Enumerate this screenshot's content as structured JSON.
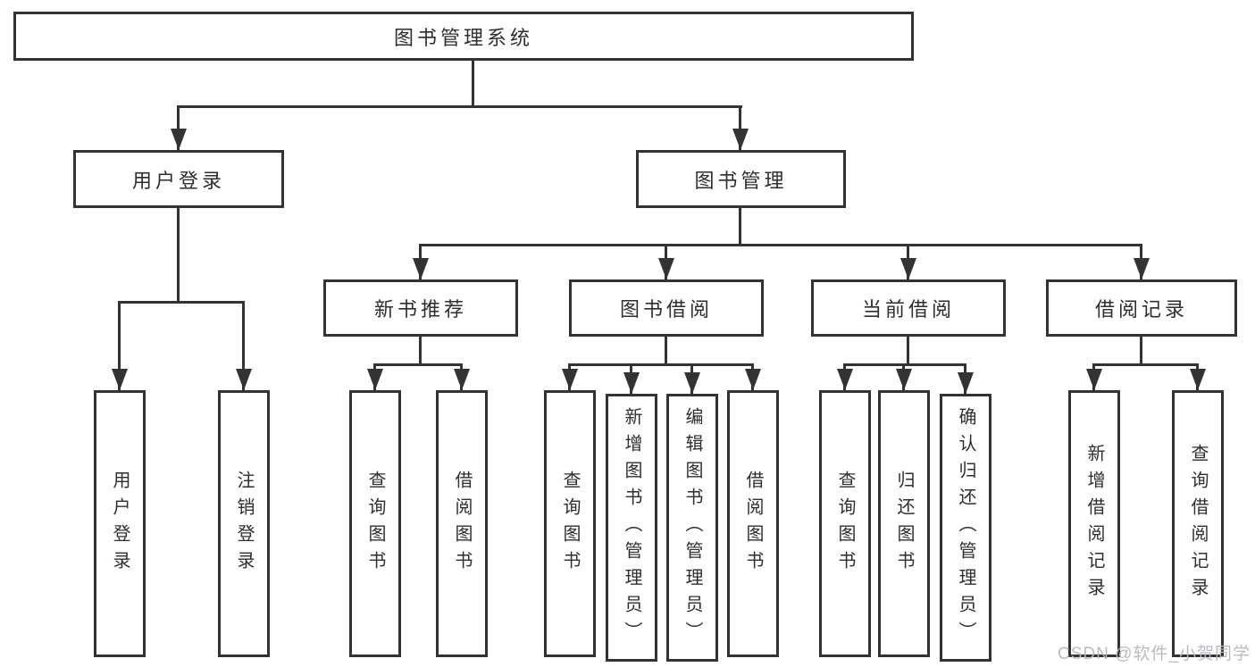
{
  "colors": {
    "line": "#333333",
    "text": "#2e2e2e",
    "background": "#ffffff",
    "watermark": "#b5b9bd"
  },
  "nodes": {
    "root": {
      "label": "图书管理系统"
    },
    "level2": [
      {
        "label": "用户登录"
      },
      {
        "label": "图书管理"
      }
    ],
    "level3": [
      {
        "label": "新书推荐"
      },
      {
        "label": "图书借阅"
      },
      {
        "label": "当前借阅"
      },
      {
        "label": "借阅记录"
      }
    ],
    "leaves": [
      {
        "label": "用户登录"
      },
      {
        "label": "注销登录"
      },
      {
        "label": "查询图书"
      },
      {
        "label": "借阅图书"
      },
      {
        "label": "查询图书"
      },
      {
        "label": "新增图书（管理员）"
      },
      {
        "label": "编辑图书（管理员）"
      },
      {
        "label": "借阅图书"
      },
      {
        "label": "查询图书"
      },
      {
        "label": "归还图书"
      },
      {
        "label": "确认归还（管理员）"
      },
      {
        "label": "新增借阅记录"
      },
      {
        "label": "查询借阅记录"
      }
    ]
  },
  "watermark": {
    "text": "CSDN @软件_小贺同学"
  }
}
